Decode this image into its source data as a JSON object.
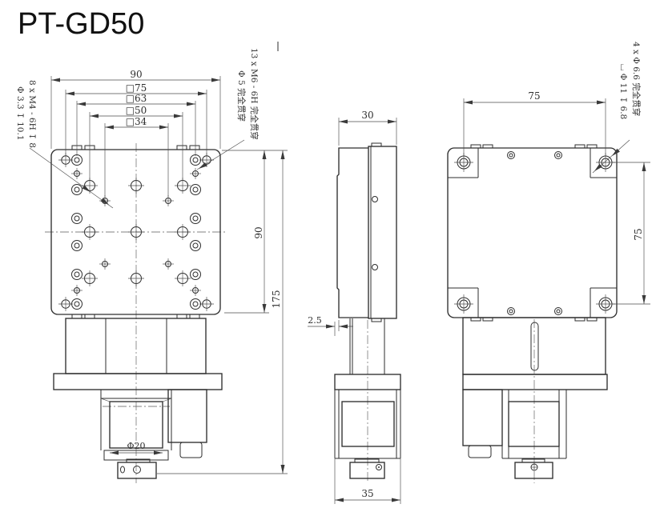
{
  "title": "PT-GD50",
  "front_view": {
    "dim_width_top": "90",
    "dim_sq75": "□75",
    "dim_sq63": "□63",
    "dim_sq50": "□50",
    "dim_sq34": "□34",
    "dim_plate_height": "90",
    "dim_total_height": "175",
    "dim_motor_diameter": "Φ20",
    "note_m6_line1": "13 x M6 - 6H 完全贯穿",
    "note_m6_line2": "Φ 5 完全贯穿",
    "note_m4_line1": "8 x M4 - 6H ↧ 8",
    "note_m4_line2": "Φ 3.3 ↧ 10.1"
  },
  "side_view": {
    "dim_top_width": "30",
    "dim_offset": "2.5",
    "dim_bottom_width": "35"
  },
  "rear_view": {
    "dim_hole_spacing_h": "75",
    "dim_hole_spacing_v": "75",
    "note_cb_line1": "4 x Φ 6.6 完全贯穿",
    "note_cb_line2": "⌴ Φ 11 ↧ 6.8"
  }
}
